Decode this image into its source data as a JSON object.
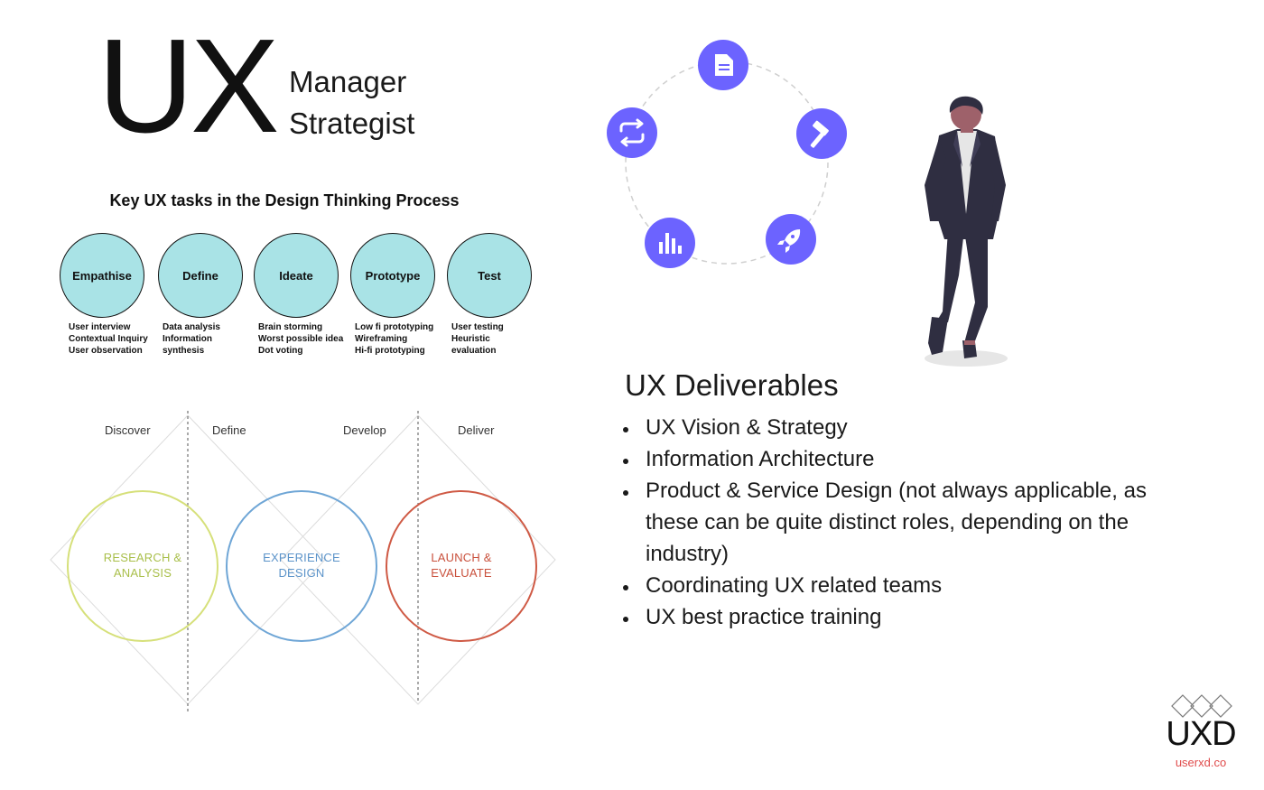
{
  "title": {
    "main": "UX",
    "subtitle_line1": "Manager",
    "subtitle_line2": "Strategist"
  },
  "tasks": {
    "heading": "Key UX tasks in the Design Thinking Process",
    "stages": [
      {
        "name": "Empathise",
        "items": [
          "User interview",
          "Contextual Inquiry",
          "User observation"
        ]
      },
      {
        "name": "Define",
        "items": [
          "Data analysis",
          "Information",
          "synthesis"
        ]
      },
      {
        "name": "Ideate",
        "items": [
          "Brain storming",
          "Worst possible idea",
          "Dot voting"
        ]
      },
      {
        "name": "Prototype",
        "items": [
          "Low fi prototyping",
          "Wireframing",
          "Hi-fi prototyping"
        ]
      },
      {
        "name": "Test",
        "items": [
          "User testing",
          "Heuristic",
          "evaluation"
        ]
      }
    ],
    "circle_color": "#a9e3e6"
  },
  "double_diamond": {
    "phases": [
      "Discover",
      "Define",
      "Develop",
      "Deliver"
    ],
    "circles": [
      {
        "line1": "RESEARCH &",
        "line2": "ANALYSIS",
        "color": "#d6e07a",
        "text_color": "#a9bf4a"
      },
      {
        "line1": "EXPERIENCE",
        "line2": "DESIGN",
        "color": "#6fa6d6",
        "text_color": "#5b93c9"
      },
      {
        "line1": "LAUNCH &",
        "line2": "EVALUATE",
        "color": "#cf5a45",
        "text_color": "#c9503c"
      }
    ]
  },
  "cycle": {
    "accent": "#6c63ff",
    "icons": [
      "document-icon",
      "hammer-icon",
      "rocket-icon",
      "bar-chart-icon",
      "repeat-icon"
    ]
  },
  "deliverables": {
    "title": "UX Deliverables",
    "items": [
      "UX Vision & Strategy",
      "Information Architecture",
      "Product & Service Design (not always applicable, as these can be quite distinct roles, depending on the industry)",
      "Coordinating UX related teams",
      "UX best practice training"
    ]
  },
  "logo": {
    "text": "UXD",
    "url": "userxd.co"
  }
}
